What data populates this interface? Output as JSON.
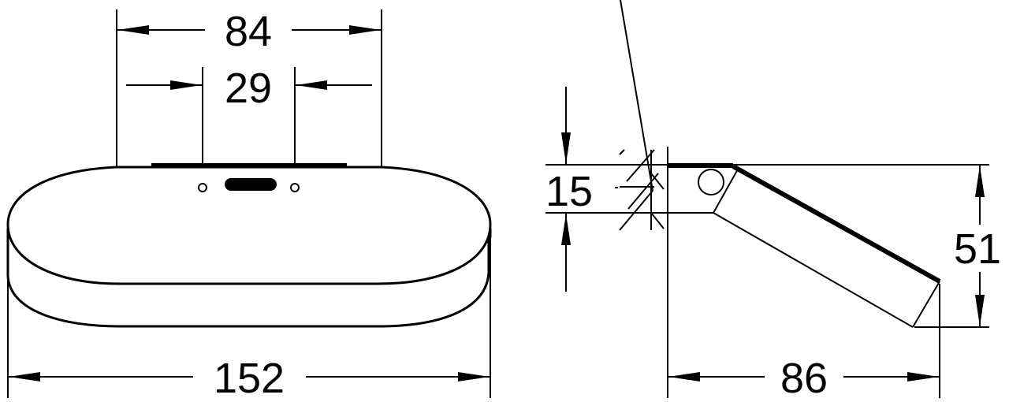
{
  "drawing": {
    "front_view": {
      "dimensions": {
        "mount_width": "84",
        "hole_spacing": "29",
        "total_width": "152"
      }
    },
    "side_view": {
      "dimensions": {
        "mount_height": "15",
        "total_height": "51",
        "depth": "86"
      }
    }
  }
}
